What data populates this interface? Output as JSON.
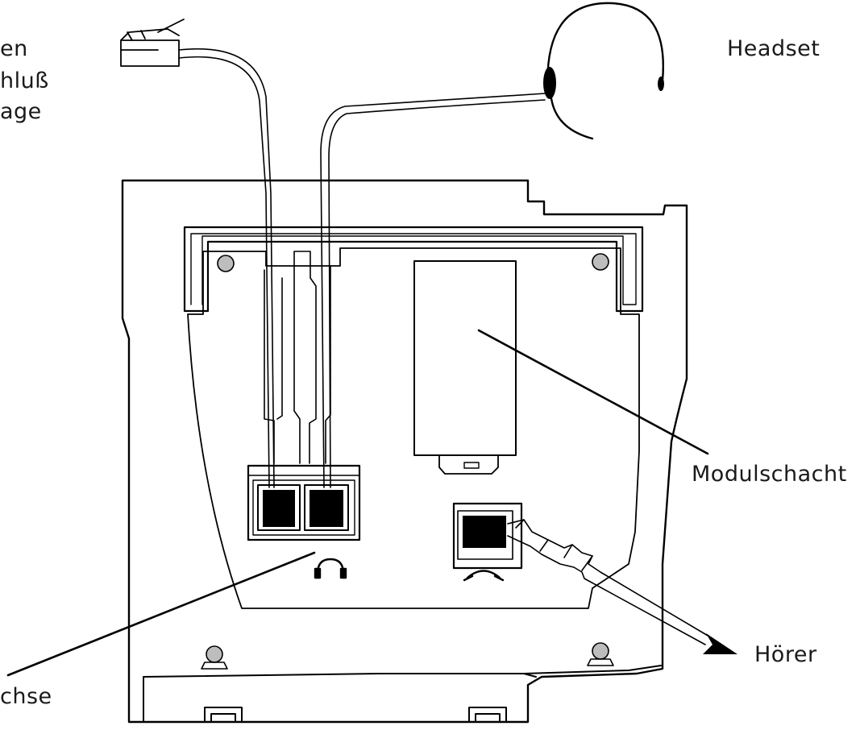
{
  "labels": {
    "left_top": [
      "en",
      "hluß",
      "age"
    ],
    "headset": "Headset",
    "module_slot": "Modulschacht",
    "handset": "Hörer",
    "left_bottom": "chse"
  },
  "icons": {
    "headset_port": "headset-icon",
    "handset_port": "handset-icon",
    "plug": "rj-plug-icon"
  },
  "colors": {
    "line": "#000000",
    "screw": "#bdbdbd",
    "background": "#ffffff"
  }
}
